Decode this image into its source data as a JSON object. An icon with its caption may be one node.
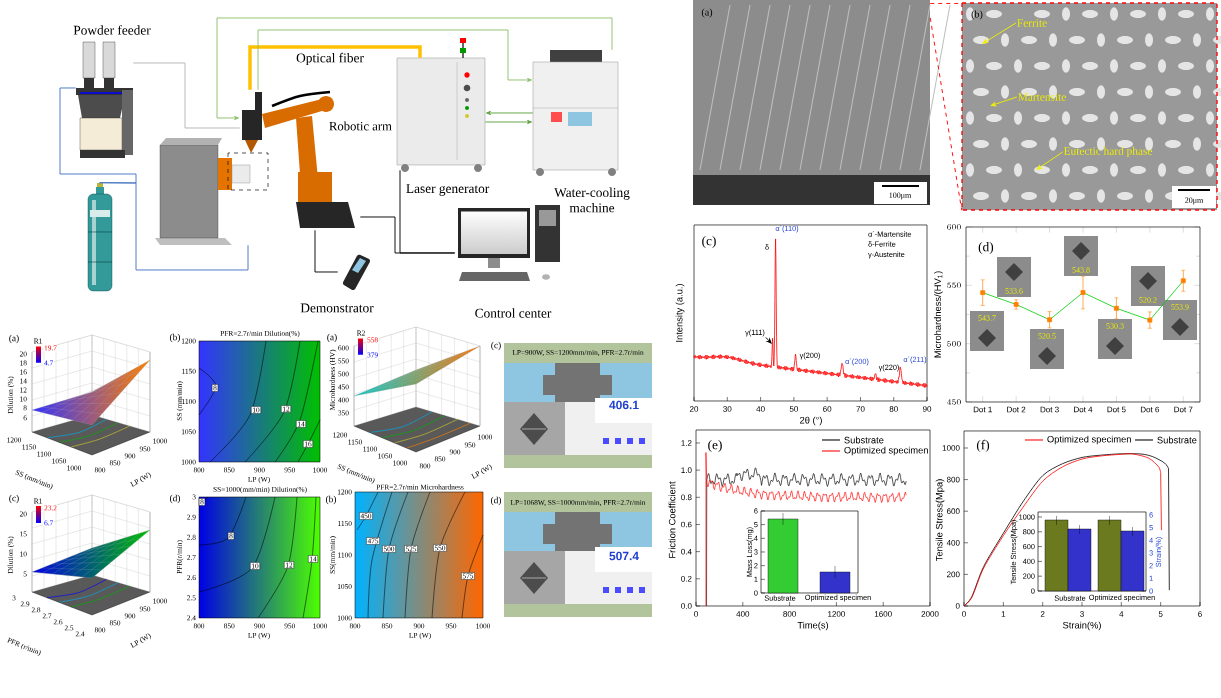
{
  "diagram": {
    "nodes": [
      {
        "text": [
          "Powder feeder"
        ]
      },
      {
        "text": [],
        "shape": "picture"
      },
      {
        "text": [],
        "shape": "picture"
      },
      {
        "text": [
          "Robotic arm"
        ]
      },
      {
        "text": [
          "Laser generator"
        ]
      },
      {
        "text": [
          "Water-cooling machine"
        ]
      },
      {
        "text": [
          "Demonstrator"
        ]
      },
      {
        "text": [
          "Control center"
        ]
      },
      {
        "text": [],
        "shape": "picture"
      },
      {
        "text": [],
        "shape": "picture"
      },
      {
        "text": [
          "Ferrite"
        ],
        "in": 9
      },
      {
        "text": [
          "Martensite"
        ],
        "in": 9
      },
      {
        "text": [
          "Eutectic hard phase"
        ],
        "in": 9
      },
      {
        "text": [
          "γ(111)"
        ]
      }
    ],
    "edges": [
      {
        "from": 0,
        "to": 3,
        "arrow": "none",
        "color": "#b4b4b4"
      },
      {
        "from": 1,
        "to": 0,
        "arrow": "none",
        "color": "#4472c4"
      },
      {
        "from": 1,
        "to": 2,
        "arrow": "none",
        "color": "#4472c4"
      },
      {
        "from": 4,
        "to": 3,
        "arrow": "none",
        "label": "Optical fiber",
        "style": "thick",
        "color": "#ffc000"
      },
      {
        "from": 5,
        "to": 3,
        "arrow": "to",
        "color": "#8cc068"
      },
      {
        "from": 3,
        "to": 5,
        "arrow": "to",
        "color": "#8cc068"
      },
      {
        "from": 5,
        "to": 4,
        "arrow": "to",
        "color": "#5aa03c"
      },
      {
        "from": 4,
        "to": 5,
        "arrow": "to",
        "color": "#5aa03c"
      },
      {
        "from": 3,
        "to": 7,
        "arrow": "none"
      },
      {
        "from": 4,
        "to": 7,
        "arrow": "none"
      },
      {
        "from": 6,
        "to": 3,
        "arrow": "none"
      },
      {
        "from": 10,
        "to": null,
        "arrow": "to",
        "color": "#f0f000"
      },
      {
        "from": 11,
        "to": null,
        "arrow": "to",
        "color": "#f0f000"
      },
      {
        "from": 12,
        "to": null,
        "arrow": "to",
        "color": "#f0f000"
      },
      {
        "from": 13,
        "to": null,
        "arrow": "to"
      },
      {
        "from": 8,
        "to": 9,
        "arrow": "none",
        "style": "dashed",
        "color": "#ff0000"
      },
      {
        "from": 8,
        "to": 9,
        "arrow": "none",
        "style": "dashed",
        "color": "#ff0000"
      }
    ],
    "labels": [
      "(a)",
      "R1",
      "19.7",
      "4.7",
      "Dilution (%)",
      "20",
      "18",
      "16",
      "14",
      "12",
      "10",
      "8",
      "6",
      "1200",
      "1150",
      "1100",
      "1050",
      "1000",
      "SS (mm/min)",
      "800",
      "850",
      "900",
      "950",
      "1000",
      "LP (W)",
      "(b)",
      "PFR=2.7r/min  Dilution(%)",
      "1200",
      "1150",
      "1100",
      "1050",
      "1000",
      "SS (mm/min)",
      "800",
      "850",
      "900",
      "950",
      "1000",
      "LP (W)",
      "8",
      "10",
      "12",
      "14",
      "16",
      "(c)",
      "R1",
      "23.2",
      "6.7",
      "Dilution (%)",
      "20",
      "15",
      "10",
      "5",
      "3",
      "2.9",
      "2.8",
      "2.7",
      "2.6",
      "2.5",
      "2.4",
      "PFR (r/min)",
      "800",
      "850",
      "900",
      "950",
      "1000",
      "LP (W)",
      "(d)",
      "SS=1000(mm/min)  Dilution(%)",
      "3",
      "2.9",
      "2.8",
      "2.7",
      "2.6",
      "2.5",
      "2.4",
      "PFR(r/min)",
      "800",
      "850",
      "900",
      "950",
      "1000",
      "LP (W)",
      "8",
      "8",
      "10",
      "12",
      "14",
      "(a)",
      "R2",
      "558",
      "379",
      "Microhardness (HV)",
      "600",
      "550",
      "500",
      "450",
      "400",
      "350",
      "1200",
      "1150",
      "1100",
      "1050",
      "1000",
      "SS (mm/min)",
      "800",
      "850",
      "900",
      "950",
      "1000",
      "LP (W)",
      "(b)",
      "PFR=2.7r/min   Microhardness",
      "1200",
      "1150",
      "1100",
      "1050",
      "1000",
      "SS(mm/min)",
      "800",
      "850",
      "900",
      "950",
      "1000",
      "LP (W)",
      "450",
      "475",
      "500",
      "525",
      "550",
      "575",
      "(c)",
      "LP=900W, SS=1200mm/min, PFR=2.7r/min",
      "406.1",
      "(d)",
      "LP=1068W, SS=1000mm/min, PFR=2.7r/min",
      "507.4",
      "(a)",
      "100μm",
      "(b)",
      "20μm",
      "(c)",
      "α´(110)",
      "δ",
      "γ(200)",
      "α´(200)",
      "γ(220)",
      "α´(211)",
      "α´-Martensite",
      "δ-Ferrite",
      "γ-Austenite",
      "Intensity (a.u.)",
      "20",
      "30",
      "40",
      "50",
      "60",
      "70",
      "80",
      "90",
      "2θ (°)",
      "(e)",
      "Friction Coefficient",
      "0.0",
      "0.2",
      "0.4",
      "0.6",
      "0.8",
      "1.0",
      "1.2",
      "0",
      "400",
      "800",
      "1200",
      "1600",
      "2000",
      "Time(s)",
      "Mass Loss(mg)",
      "0",
      "1",
      "2",
      "3",
      "4",
      "5",
      "6",
      "Substrate",
      "Optimized specimen",
      "(f)",
      "Tensile Stress(Mpa)",
      "0",
      "200",
      "400",
      "600",
      "800",
      "1000",
      "0",
      "1",
      "2",
      "3",
      "4",
      "5",
      "6",
      "Strain(%)",
      "Tensile Stress(Mpa)",
      "0",
      "200",
      "400",
      "600",
      "800",
      "1000",
      "0",
      "1",
      "2",
      "3",
      "4",
      "5",
      "6",
      "Strain(%)",
      "Substrate",
      "Optimized specimen"
    ],
    "legend": [
      {
        "text": "Substrate"
      },
      {
        "text": "Optimized specimen"
      },
      {
        "text": "Optimized specimen"
      },
      {
        "text": "Substrate"
      }
    ],
    "chart_data": {
      "type": "line",
      "title": "(d)",
      "ylabel": "Microhardness/(HV$_{1}$)",
      "categories": [
        "Dot 1",
        "Dot 2",
        "Dot 3",
        "Dot 4",
        "Dot 5",
        "Dot 6",
        "Dot 7"
      ],
      "values": [
        543.7,
        533.6,
        520.5,
        543.8,
        530.3,
        520.2,
        553.9
      ],
      "errors": [
        11,
        4,
        7,
        14,
        9,
        7,
        9
      ],
      "marker": "square",
      "ylim": [
        450,
        600
      ],
      "yticks": [
        450,
        500,
        550,
        600
      ],
      "value_labels": [
        "543.7",
        "533.6",
        "520.5",
        "543.8",
        "530.3",
        "520.2",
        "553.9"
      ]
    }
  }
}
